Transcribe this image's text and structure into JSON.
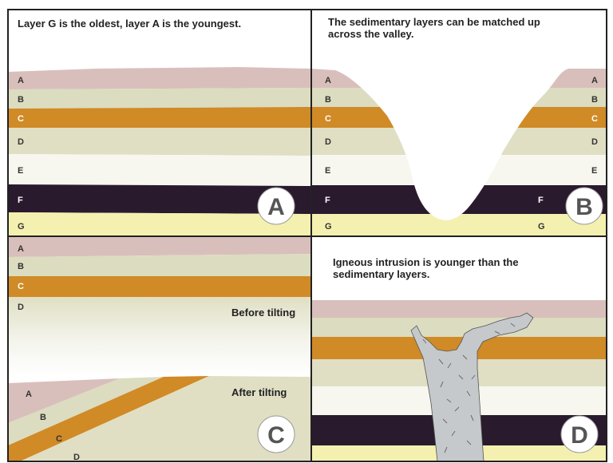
{
  "colors": {
    "A": "#d9bfbb",
    "B": "#dcdcc0",
    "C": "#d08a26",
    "D": "#e0dfc4",
    "E": "#f7f7f0",
    "F": "#2a1a2e",
    "G": "#f4f0b0",
    "intrusion": "#c6c9cb",
    "border": "#222222"
  },
  "panels": {
    "a": {
      "caption": "Layer G is the oldest, layer A is the youngest.",
      "badge": "A",
      "labels": {
        "A": "A",
        "B": "B",
        "C": "C",
        "D": "D",
        "E": "E",
        "F": "F",
        "G": "G"
      }
    },
    "b": {
      "caption_line1": "The sedimentary layers can be matched up",
      "caption_line2": "across the valley.",
      "badge": "B",
      "left_labels": {
        "A": "A",
        "B": "B",
        "C": "C",
        "D": "D",
        "E": "E",
        "F": "F",
        "G": "G"
      },
      "right_labels": {
        "A": "A",
        "B": "B",
        "C": "C",
        "D": "D",
        "E": "E",
        "F": "F",
        "G": "G"
      }
    },
    "c": {
      "badge": "C",
      "before_label": "Before tilting",
      "after_label": "After tilting",
      "top_labels": {
        "A": "A",
        "B": "B",
        "C": "C",
        "D": "D"
      },
      "tilted_labels": {
        "A": "A",
        "B": "B",
        "C": "C",
        "D": "D"
      }
    },
    "d": {
      "caption_line1": "Igneous intrusion is younger than the",
      "caption_line2": "sedimentary layers.",
      "badge": "D"
    }
  }
}
